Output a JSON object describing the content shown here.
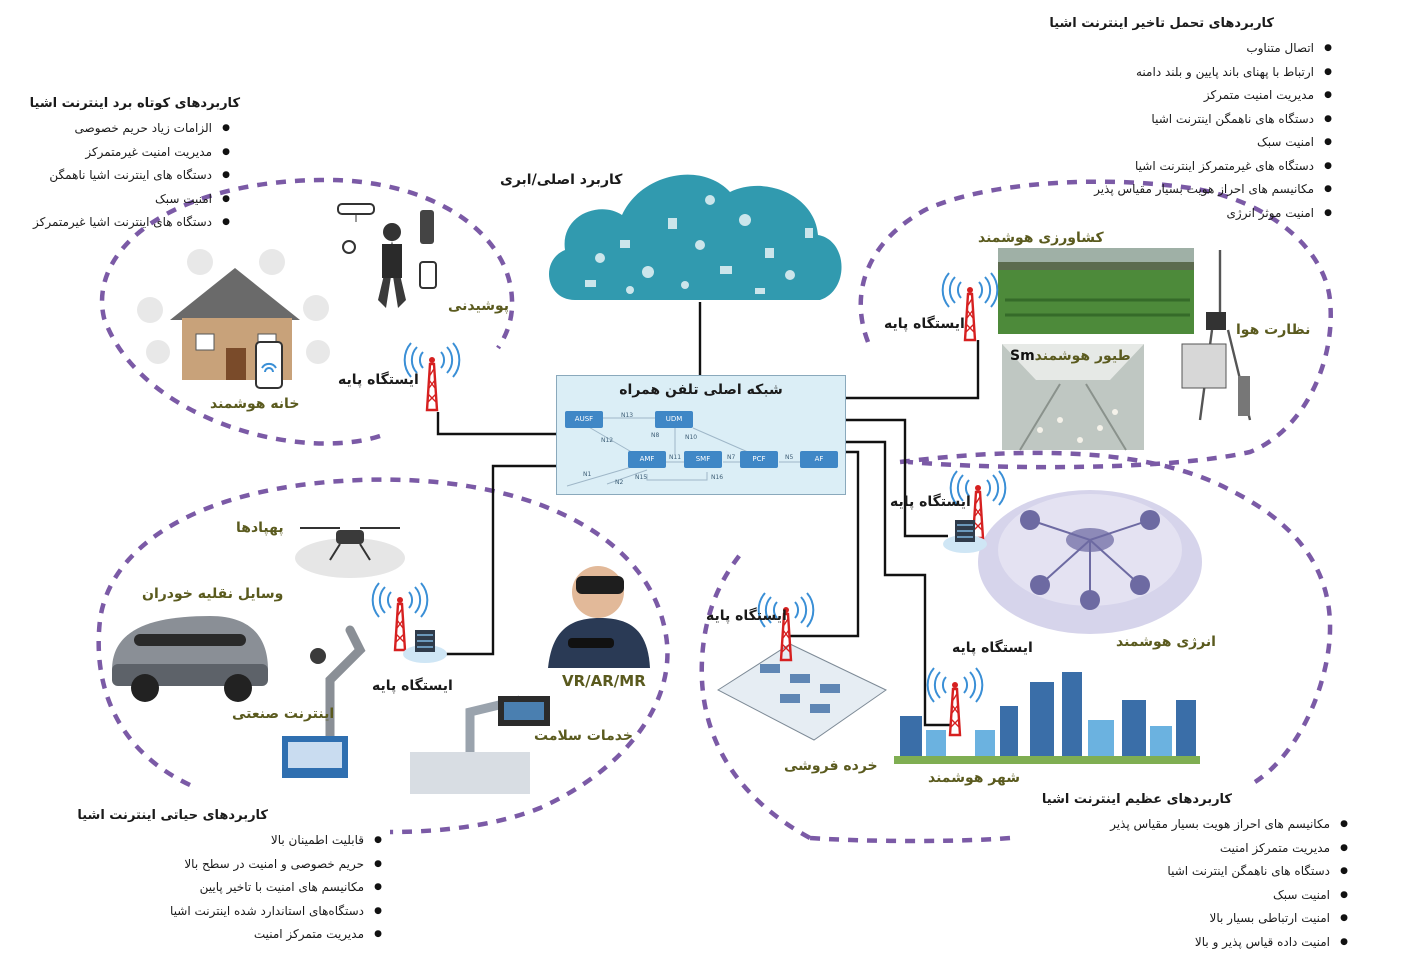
{
  "core": {
    "title": "شبکه اصلی تلفن همراه",
    "functions": [
      "AUSF",
      "UDM",
      "AMF",
      "SMF",
      "PCF",
      "AF"
    ],
    "interfaces": [
      "N13",
      "N8",
      "N10",
      "N12",
      "N11",
      "N7",
      "N5",
      "N1",
      "N2",
      "N15",
      "N16"
    ]
  },
  "cloud": {
    "label": "کاربرد اصلی/ابری"
  },
  "base_station_label": "ایستگاه پایه",
  "domains": {
    "smart_home": "خانه هوشمند",
    "wearable": "پوشیدنی",
    "agriculture": "کشاورزی هوشمند",
    "weather": "نظارت هوا",
    "poultry": "طیور هوشمند",
    "poultry_prefix": "Sm",
    "drones": "پهپادها",
    "vehicles": "وسایل نقلیه خودران",
    "industrial": "اینترنت صنعتی",
    "vr": "VR/AR/MR",
    "health": "خدمات سلامت",
    "energy": "انرژی هوشمند",
    "retail": "خرده فروشی",
    "city": "شهر هوشمند"
  },
  "lists": {
    "short_range": {
      "title": "کاربردهای کوتاه برد اینترنت اشیا",
      "items": [
        "الزامات زیاد حریم خصوصی",
        "مدیریت امنیت غیرمتمرکز",
        "دستگاه های اینترنت اشیا ناهمگن",
        "امنیت سبک",
        "دستگاه های اینترنت اشیا غیرمتمرکز"
      ]
    },
    "delay_tolerant": {
      "title": "کاربردهای تحمل تاخیر اینترنت اشیا",
      "items": [
        "اتصال متناوب",
        "ارتباط با پهنای باند پایین و بلند دامنه",
        "مدیریت امنیت متمرکز",
        "دستگاه های ناهمگن اینترنت اشیا",
        "امنیت سبک",
        "دستگاه های غیرمتمرکز اینترنت اشیا",
        "مکانیسم های احراز هویت بسیار مقیاس پذیر",
        "امنیت موثر انرژی"
      ]
    },
    "critical": {
      "title": "کاربردهای حیاتی اینترنت اشیا",
      "items": [
        "قابلیت اطمینان بالا",
        "حریم خصوصی و امنیت در سطح بالا",
        "مکانیسم های امنیت با تاخیر پایین",
        "دستگاه‌های استاندارد شده اینترنت اشیا",
        "مدیریت متمرکز امنیت"
      ]
    },
    "massive": {
      "title": "کاربردهای عظیم اینترنت اشیا",
      "items": [
        "مکانیسم های احراز هویت بسیار مقیاس پذیر",
        "مدیریت متمرکز امنیت",
        "دستگاه های ناهمگن اینترنت اشیا",
        "امنیت سبک",
        "امنیت ارتباطی بسیار بالا",
        "امنیت داده قیاس پذیر و بالا"
      ]
    }
  },
  "colors": {
    "dash": "#7b5aa6",
    "line": "#111111",
    "tower": "#d62020",
    "wave": "#3a8fd6",
    "cloud": "#1b8fa6",
    "olive": "#5a5a1e"
  }
}
